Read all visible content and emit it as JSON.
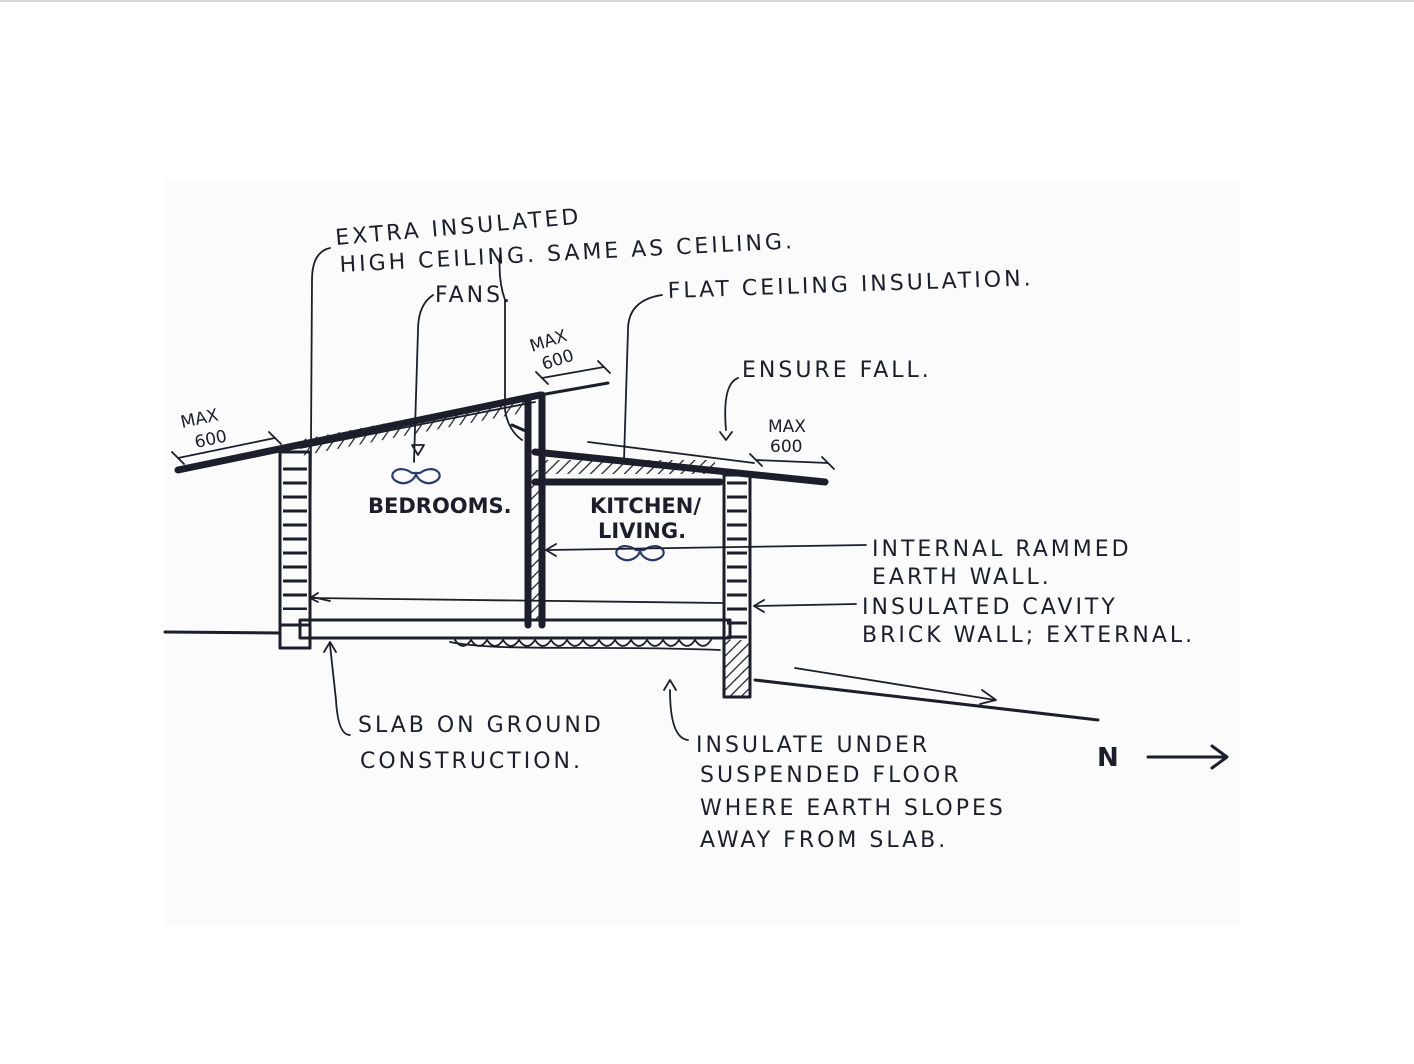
{
  "sketch": {
    "notes": {
      "extra_insulated_1": "EXTRA INSULATED",
      "extra_insulated_2": "HIGH CEILING. SAME AS  CEILING.",
      "fans": "FANS.",
      "flat_ceiling": "FLAT CEILING INSULATION.",
      "ensure_fall": "ENSURE FALL.",
      "rammed_1": "INTERNAL RAMMED",
      "rammed_2": "EARTH  WALL.",
      "cavity_1": "INSULATED CAVITY",
      "cavity_2": "BRICK WALL; EXTERNAL.",
      "slab_1": "SLAB ON GROUND",
      "slab_2": "CONSTRUCTION.",
      "insulate_1": "INSULATE UNDER",
      "insulate_2": "SUSPENDED FLOOR",
      "insulate_3": "WHERE EARTH SLOPES",
      "insulate_4": "AWAY FROM SLAB."
    },
    "rooms": {
      "bedrooms": "BEDROOMS.",
      "kitchen_1": "KITCHEN/",
      "kitchen_2": "LIVING."
    },
    "dimensions": {
      "max_label": "MAX",
      "value": "600"
    },
    "north_label": "N",
    "ink_color": "#1c1f2b",
    "fan_color": "#2a3c6e",
    "icons": [
      "fan-icon",
      "north-arrow-icon"
    ]
  }
}
